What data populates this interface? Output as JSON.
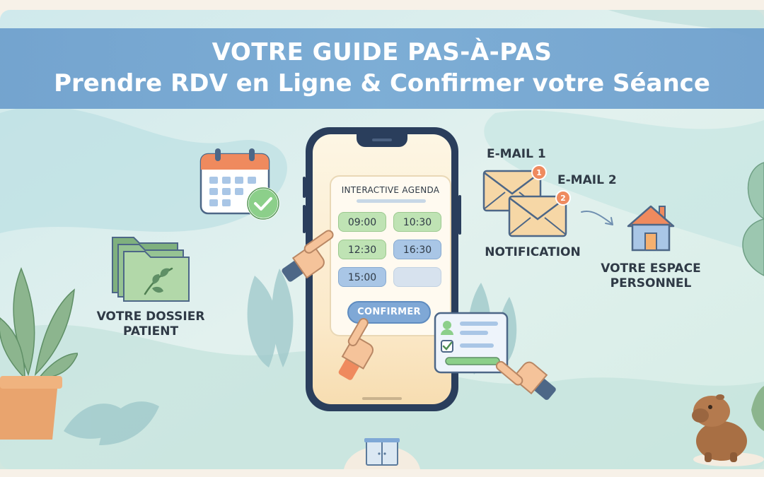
{
  "banner": {
    "title": "VOTRE GUIDE PAS-À-PAS",
    "subtitle": "Prendre RDV en Ligne & Confirmer votre Séance"
  },
  "agenda": {
    "title": "INTERACTIVE AGENDA",
    "slots": [
      "09:00",
      "10:30",
      "12:30",
      "16:30",
      "15:00",
      ""
    ],
    "confirm_label": "CONFIRMER"
  },
  "labels": {
    "dossier_line1": "VOTRE DOSSIER",
    "dossier_line2": "PATIENT",
    "email1": "E-MAIL 1",
    "email2": "E-MAIL 2",
    "notification": "NOTIFICATION",
    "espace_line1": "VOTRE ESPACE",
    "espace_line2": "PERSONNEL"
  },
  "badges": {
    "email1": "1",
    "email2": "2"
  },
  "icons": {
    "calendar": "calendar-check-icon",
    "folder": "folder-leaf-icon",
    "mail": "envelope-icon",
    "home": "house-icon",
    "form": "checklist-form-icon",
    "hand": "pointing-hand-icon",
    "cabinet": "cabinet-icon",
    "mascot": "capybara-mascot"
  },
  "colors": {
    "banner": "#78aad4",
    "slot_green": "#bfe3b4",
    "slot_blue": "#a9c6e6",
    "confirm": "#7fa8d6",
    "phone": "#2a3e5c",
    "badge": "#ef8a5e"
  }
}
